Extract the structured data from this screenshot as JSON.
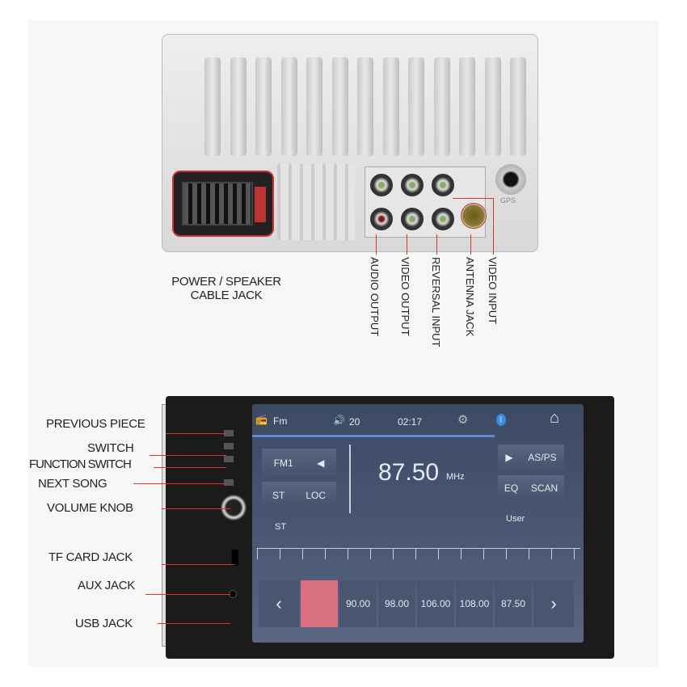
{
  "back_unit": {
    "gps_label": "GPS",
    "labels": {
      "power": "POWER / SPEAKER\nCABLE JACK",
      "power_line1": "POWER / SPEAKER",
      "power_line2": "CABLE JACK",
      "audio_output": "AUDIO OUTPUT",
      "video_output": "VIDEO OUTPUT",
      "reversal_input": "REVERSAL INPUT",
      "antenna_jack": "ANTENNA JACK",
      "video_input": "VIDEO INPUT"
    }
  },
  "front_unit": {
    "labels": {
      "previous": "PREVIOUS PIECE",
      "switch": "SWITCH",
      "function_switch": "FUNCTION SWITCH",
      "next": "NEXT SONG",
      "volume": "VOLUME KNOB",
      "tf": "TF CARD JACK",
      "aux": "AUX JACK",
      "usb": "USB JACK"
    },
    "screen": {
      "source": "Fm",
      "volume": "20",
      "time": "02:17",
      "band": "FM1",
      "st": "ST",
      "loc": "LOC",
      "frequency": "87.50",
      "unit": "MHz",
      "as_ps": "AS/PS",
      "eq": "EQ",
      "scan": "SCAN",
      "st_indicator": "ST",
      "eq_mode": "User",
      "presets": [
        "",
        "90.00",
        "98.00",
        "106.00",
        "108.00",
        "87.50"
      ],
      "active_preset_color": "#d9707f",
      "icons": [
        "radio-icon",
        "speaker-icon",
        "gear-icon",
        "bluetooth-icon",
        "home-icon",
        "triangle-left-icon",
        "triangle-right-icon",
        "chevron-left-icon",
        "chevron-right-icon"
      ]
    }
  }
}
